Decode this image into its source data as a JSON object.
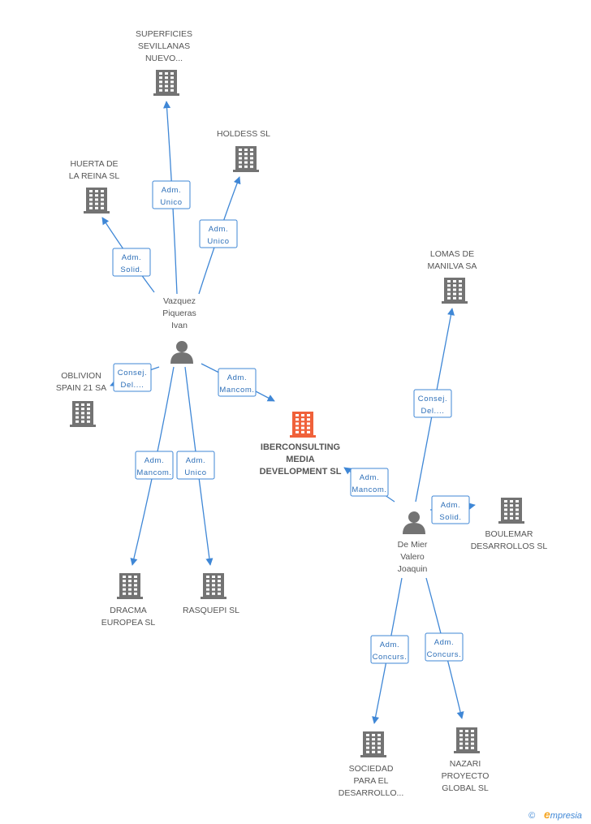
{
  "colors": {
    "edge": "#3f87d6",
    "company": "#737373",
    "focus_company": "#f0613a",
    "person": "#737373",
    "role_text": "#2d6fb8",
    "label": "#555555"
  },
  "companies": [
    {
      "id": "superficies",
      "lines": [
        "SUPERFICIES",
        "SEVILLANAS",
        "NUEVO..."
      ]
    },
    {
      "id": "holdess",
      "lines": [
        "HOLDESS SL"
      ]
    },
    {
      "id": "huerta",
      "lines": [
        "HUERTA DE",
        "LA REINA SL"
      ]
    },
    {
      "id": "lomas",
      "lines": [
        "LOMAS DE",
        "MANILVA SA"
      ]
    },
    {
      "id": "oblivion",
      "lines": [
        "OBLIVION",
        "SPAIN 21 SA"
      ]
    },
    {
      "id": "iberconsulting",
      "lines": [
        "IBERCONSULTING",
        "MEDIA",
        "DEVELOPMENT SL"
      ],
      "focus": true
    },
    {
      "id": "boulemar",
      "lines": [
        "BOULEMAR",
        "DESARROLLOS SL"
      ]
    },
    {
      "id": "dracma",
      "lines": [
        "DRACMA",
        "EUROPEA SL"
      ]
    },
    {
      "id": "rasquepi",
      "lines": [
        "RASQUEPI SL"
      ]
    },
    {
      "id": "sociedad",
      "lines": [
        "SOCIEDAD",
        "PARA EL",
        "DESARROLLO..."
      ]
    },
    {
      "id": "nazari",
      "lines": [
        "NAZARI",
        "PROYECTO",
        "GLOBAL  SL"
      ]
    }
  ],
  "persons": [
    {
      "id": "vazquez",
      "lines": [
        "Vazquez",
        "Piqueras",
        "Ivan"
      ]
    },
    {
      "id": "demier",
      "lines": [
        "De Mier",
        "Valero",
        "Joaquin"
      ]
    }
  ],
  "relations": [
    {
      "from": "vazquez",
      "to": "superficies",
      "role": [
        "Adm.",
        "Unico"
      ]
    },
    {
      "from": "vazquez",
      "to": "holdess",
      "role": [
        "Adm.",
        "Unico"
      ]
    },
    {
      "from": "vazquez",
      "to": "huerta",
      "role": [
        "Adm.",
        "Solid."
      ]
    },
    {
      "from": "vazquez",
      "to": "oblivion",
      "role": [
        "Consej.",
        "Del...."
      ]
    },
    {
      "from": "vazquez",
      "to": "iberconsulting",
      "role": [
        "Adm.",
        "Mancom."
      ]
    },
    {
      "from": "vazquez",
      "to": "dracma",
      "role": [
        "Adm.",
        "Mancom."
      ]
    },
    {
      "from": "vazquez",
      "to": "rasquepi",
      "role": [
        "Adm.",
        "Unico"
      ]
    },
    {
      "from": "demier",
      "to": "iberconsulting",
      "role": [
        "Adm.",
        "Mancom."
      ]
    },
    {
      "from": "demier",
      "to": "lomas",
      "role": [
        "Consej.",
        "Del...."
      ]
    },
    {
      "from": "demier",
      "to": "boulemar",
      "role": [
        "Adm.",
        "Solid."
      ]
    },
    {
      "from": "demier",
      "to": "sociedad",
      "role": [
        "Adm.",
        "Concurs."
      ]
    },
    {
      "from": "demier",
      "to": "nazari",
      "role": [
        "Adm.",
        "Concurs."
      ]
    }
  ],
  "brand": {
    "symbol": "©",
    "initial": "e",
    "rest": "mpresia"
  }
}
